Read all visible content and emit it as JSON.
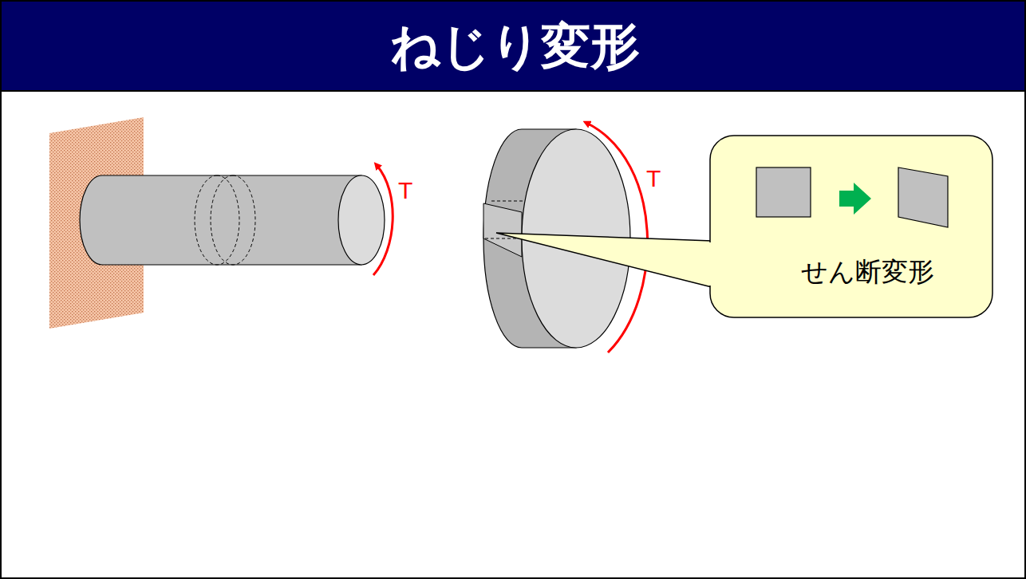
{
  "diagram": {
    "title": "ねじり変形",
    "nodes": [
      {
        "text": [
          "せん断変形"
        ]
      }
    ],
    "labels": [
      "T",
      "T"
    ]
  }
}
